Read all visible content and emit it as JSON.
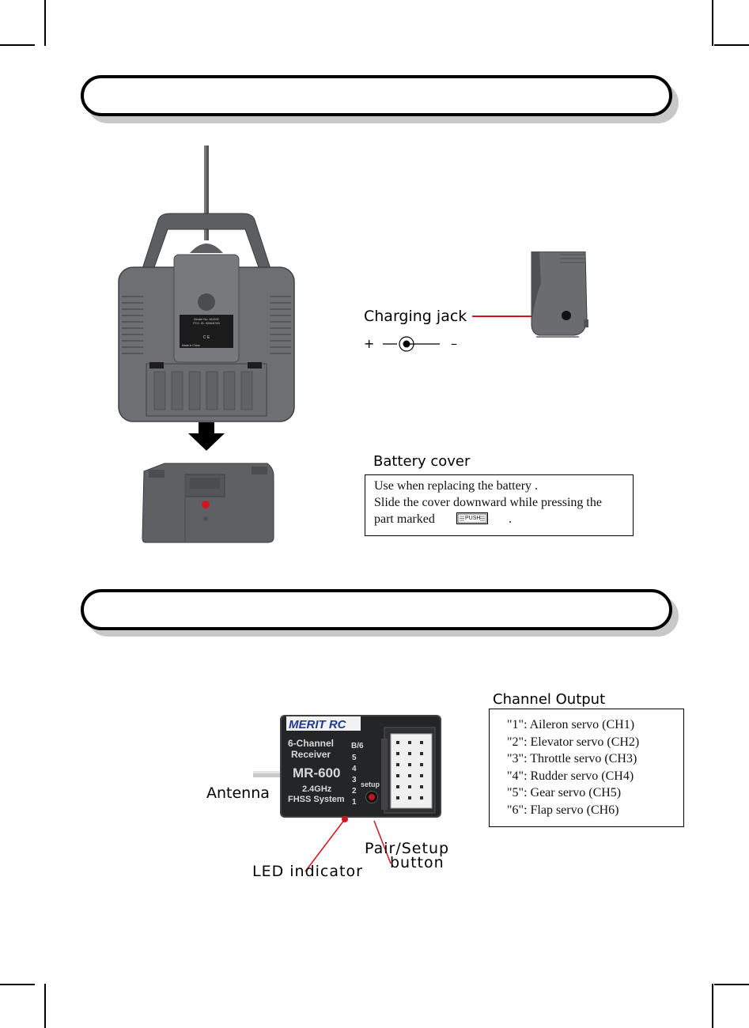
{
  "transmitter": {
    "label_model": "Model No. M1200",
    "label_fcc": "FCC ID: 02849789",
    "label_ce": "C E",
    "label_made": "Made in China"
  },
  "charging": {
    "label": "Charging  jack",
    "plus": "+",
    "minus": "–"
  },
  "battery": {
    "label": "Battery  cover",
    "lines": [
      "Use when replacing the battery .",
      "Slide the cover downward while pressing the",
      "part marked"
    ],
    "push_text": "PUSH",
    "trailing": "."
  },
  "receiver": {
    "brand": "MERIT RC",
    "title1": "6-Channel",
    "title2": "Receiver",
    "model": "MR-600",
    "freq": "2.4GHz",
    "system": "FHSS System",
    "pins": [
      "B/6",
      "5",
      "4",
      "3",
      "2",
      "1"
    ],
    "setup": "setup"
  },
  "callouts": {
    "antenna": "Antenna",
    "led": "LED   indicator",
    "pair1": "Pair/Setup",
    "pair2": "button"
  },
  "channels": {
    "label": "Channel  Output",
    "items": [
      "\"1\": Aileron servo (CH1)",
      "\"2\": Elevator servo (CH2)",
      "\"3\": Throttle servo (CH3)",
      "\"4\": Rudder servo (CH4)",
      "\"5\": Gear  servo (CH5)",
      "\"6\":  Flap  servo (CH6)"
    ]
  },
  "colors": {
    "accent_red": "#d4141c",
    "body_grey": "#6d6f72",
    "dark_grey": "#3a3b3d"
  }
}
